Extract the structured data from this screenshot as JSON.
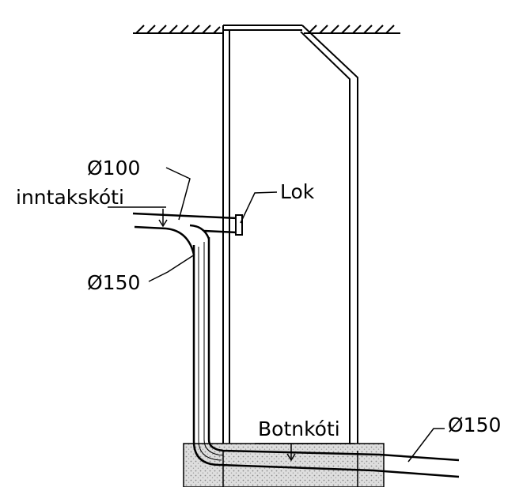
{
  "labels": {
    "d100": "Ø100",
    "inntak": "inntakskóti",
    "lok": "Lok",
    "d150_left": "Ø150",
    "botn": "Botnkóti",
    "d150_right": "Ø150"
  },
  "colors": {
    "line": "#000000",
    "concrete": "#d4d4d4",
    "background": "#ffffff"
  }
}
